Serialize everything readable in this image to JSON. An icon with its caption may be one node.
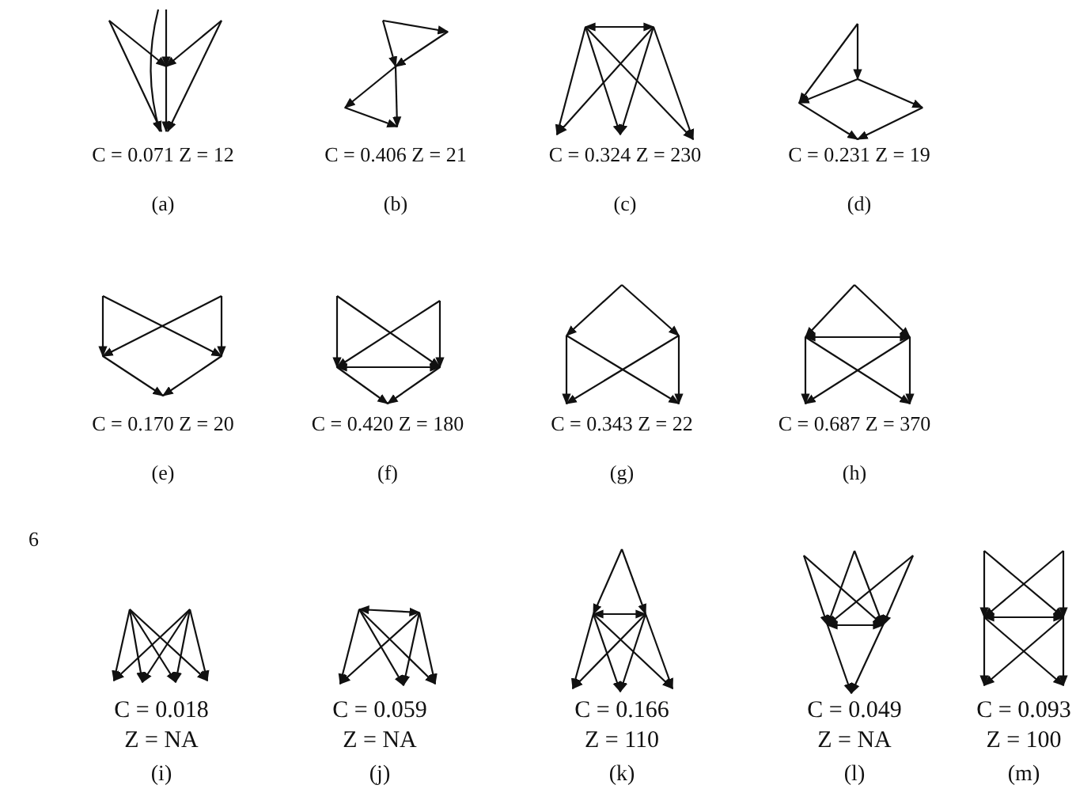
{
  "diagram": {
    "labels": [
      "C = 0.071 Z = 12",
      "(a)",
      "C = 0.406 Z = 21",
      "(b)",
      "C = 0.324 Z = 230",
      "(c)",
      "C = 0.231 Z = 19",
      "(d)",
      "C = 0.170 Z = 20",
      "(e)",
      "C = 0.420 Z = 180",
      "(f)",
      "C = 0.343 Z = 22",
      "(g)",
      "C = 0.687 Z = 370",
      "(h)",
      "6",
      "C = 0.018",
      "Z = NA",
      "(i)",
      "C = 0.059",
      "Z = NA",
      "(j)",
      "C = 0.166",
      "Z = 110",
      "(k)",
      "C = 0.049",
      "Z = NA",
      "(l)",
      "C = 0.093",
      "Z = 100",
      "(m)"
    ]
  }
}
